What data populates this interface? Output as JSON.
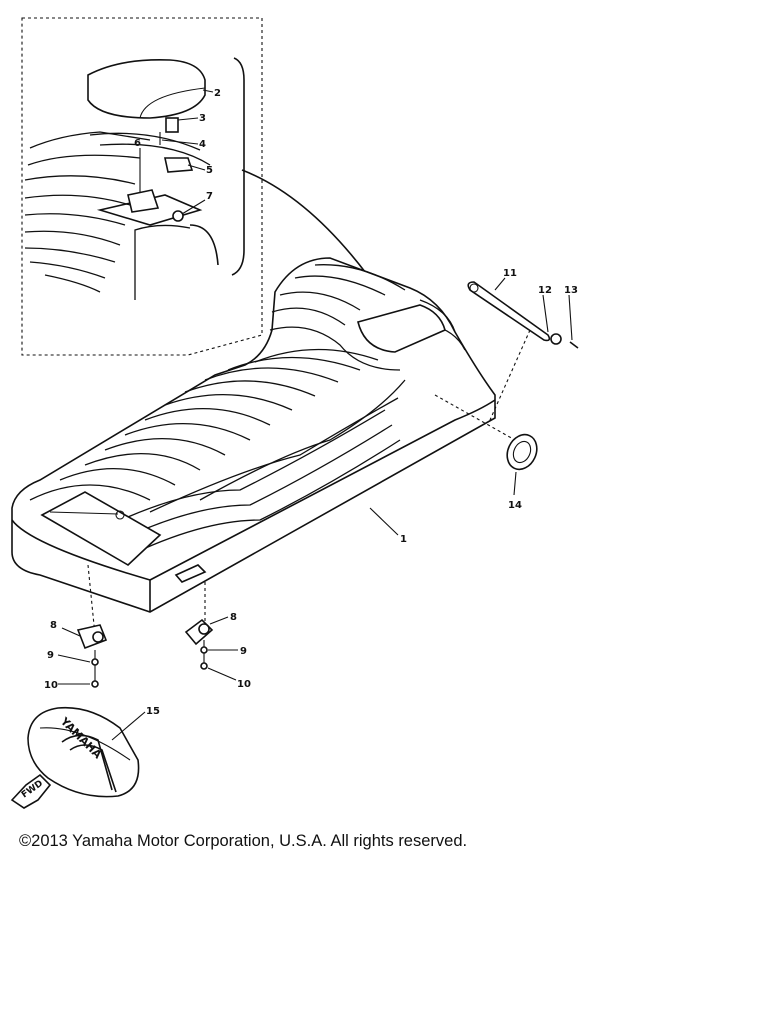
{
  "callouts": {
    "seat": "1",
    "cap": "2",
    "c3": "3",
    "c4": "4",
    "c5": "5",
    "c6": "6",
    "c7": "7",
    "strap": "11",
    "c12": "12",
    "c13": "13",
    "grommet": "14",
    "bag": "15",
    "c8l": "8",
    "c9l": "9",
    "c10l": "10",
    "c8r": "8",
    "c9r": "9",
    "c10r": "10"
  },
  "bag_logo": "YAMAHA",
  "fwd_badge": "FWD",
  "copyright": "©2013 Yamaha Motor Corporation, U.S.A. All rights reserved."
}
